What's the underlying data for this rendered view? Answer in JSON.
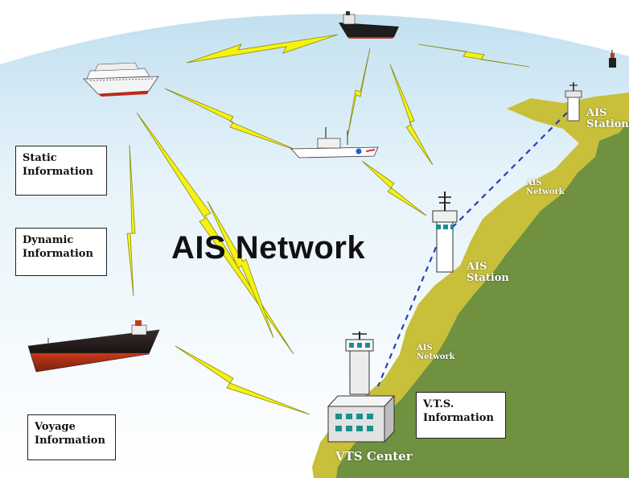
{
  "diagram": {
    "title": "AIS Network",
    "info_boxes": {
      "static": [
        "Static",
        "Information"
      ],
      "dynamic": [
        "Dynamic",
        "Information"
      ],
      "voyage": [
        "Voyage",
        "Information"
      ],
      "vts": [
        "V.T.S.",
        "Information"
      ]
    },
    "station_labels": {
      "top_station": [
        "AIS",
        "Station"
      ],
      "mid_station": [
        "AIS",
        "Station"
      ]
    },
    "network_labels": {
      "upper": [
        "AIS",
        "Network"
      ],
      "lower": [
        "AIS",
        "Network"
      ]
    },
    "vts_center_label": "VTS  Center"
  },
  "colors": {
    "sky": "#d9ecf6",
    "globe_edge": "#c7e3f2",
    "land": "#6f9140",
    "coast": "#c8bf3a",
    "lightning": "#f5f211",
    "dashed_link": "#2b3fb5"
  }
}
